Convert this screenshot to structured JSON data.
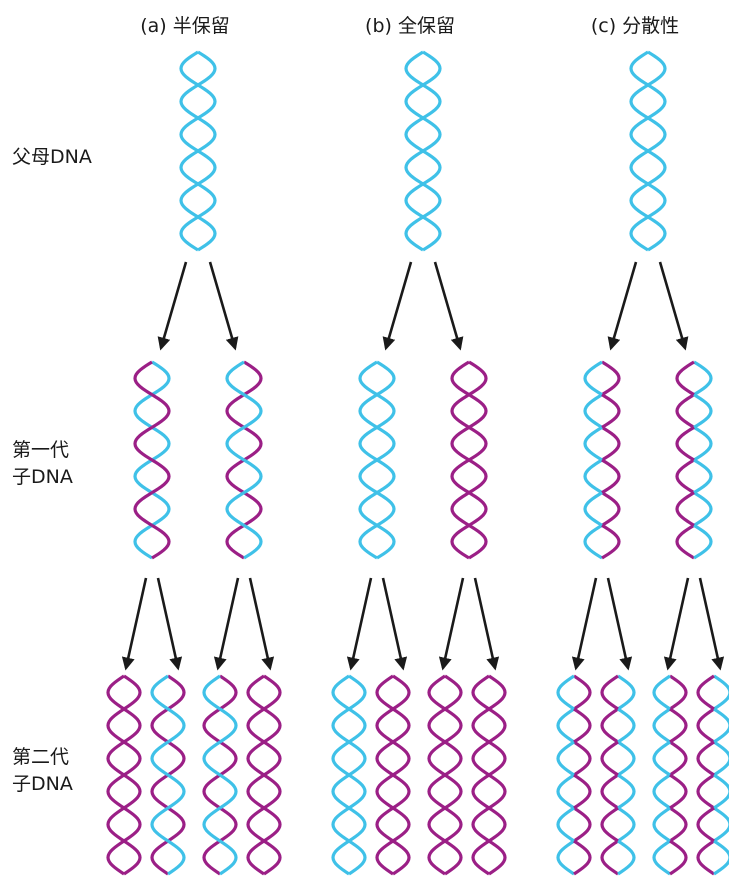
{
  "columns": [
    {
      "id": "a",
      "title": "(a) 半保留"
    },
    {
      "id": "b",
      "title": "(b) 全保留"
    },
    {
      "id": "c",
      "title": "(c) 分散性"
    }
  ],
  "row_labels": {
    "parent": "父母DNA",
    "gen1_line1": "第一代",
    "gen1_line2": "子DNA",
    "gen2_line1": "第二代",
    "gen2_line2": "子DNA"
  },
  "colors": {
    "original_strand": "#3fc1e8",
    "new_strand": "#9b1f86",
    "arrow": "#1a1a1a",
    "text": "#1a1a1a"
  },
  "models": {
    "semiconservative": {
      "generation_1": [
        [
          "old",
          "new"
        ],
        [
          "new",
          "old"
        ]
      ],
      "generation_2": [
        [
          "new",
          "new"
        ],
        [
          "new",
          "old"
        ],
        [
          "new",
          "old"
        ],
        [
          "new",
          "new"
        ]
      ]
    },
    "conservative": {
      "generation_1": [
        [
          "old",
          "old"
        ],
        [
          "new",
          "new"
        ]
      ],
      "generation_2": [
        [
          "old",
          "old"
        ],
        [
          "new",
          "new"
        ],
        [
          "new",
          "new"
        ],
        [
          "new",
          "new"
        ]
      ]
    },
    "dispersive": {
      "generation_1": [
        [
          "mixed",
          "mixed"
        ],
        [
          "mixed",
          "mixed"
        ]
      ],
      "generation_2": [
        [
          "mixed",
          "mixed"
        ],
        [
          "mixed",
          "mixed"
        ],
        [
          "mixed",
          "mixed"
        ],
        [
          "mixed",
          "mixed"
        ]
      ]
    }
  }
}
